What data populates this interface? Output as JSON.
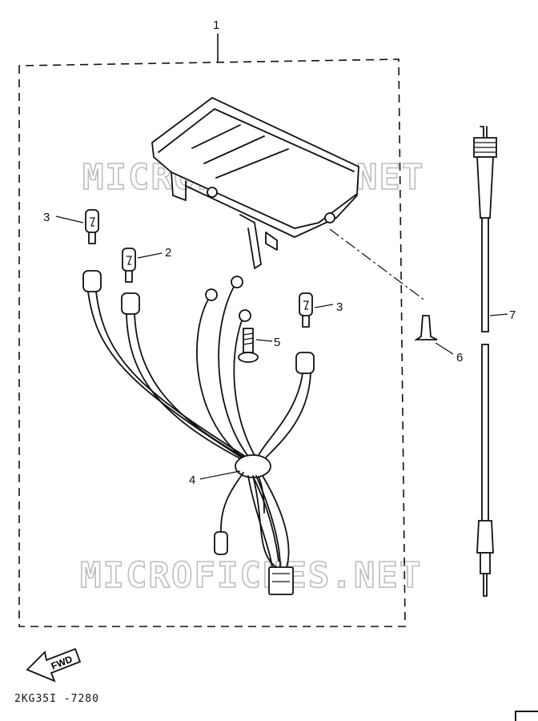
{
  "watermark": "MICROFICHES.NET",
  "fwd_label": "FWD",
  "part_code": "2KG35I -7280",
  "callouts": {
    "assembly": "1",
    "bulb_2": "2",
    "bulb_3_left": "3",
    "bulb_3_right": "3",
    "wire_harness": "4",
    "screw": "5",
    "grommet": "6",
    "meter_cable": "7"
  }
}
